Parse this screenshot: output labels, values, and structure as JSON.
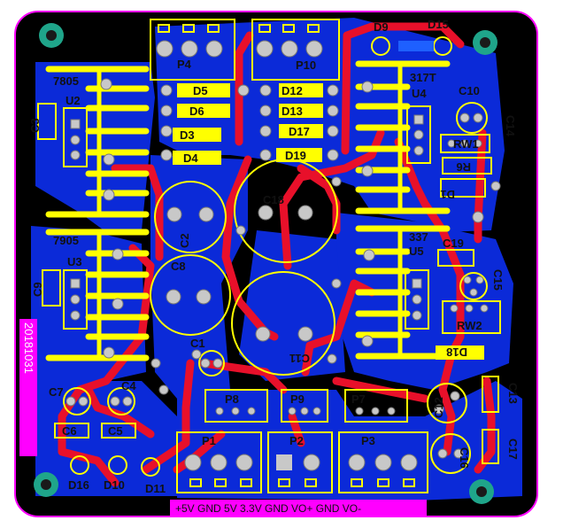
{
  "colors": {
    "background": "#ffffff",
    "outline": "#ff00ff",
    "board": "#000000",
    "copper_bottom": "#0b2ad8",
    "copper_top": "#e8102a",
    "silkscreen": "#ffff00",
    "pad": "#c8c8c8"
  },
  "regulators": {
    "u2_type": "7805",
    "u2": "U2",
    "u3_type": "7905",
    "u3": "U3",
    "u4_type": "317T",
    "u4": "U4",
    "u5_type": "337",
    "u5": "U5"
  },
  "connectors": {
    "p1": "P1",
    "p2": "P2",
    "p3": "P3",
    "p4": "P4",
    "p7": "P7",
    "p8": "P8",
    "p9": "P9",
    "p10": "P10"
  },
  "diodes": {
    "d1": "D1",
    "d3": "D3",
    "d4": "D4",
    "d5": "D5",
    "d6": "D6",
    "d9": "D9",
    "d10": "D10",
    "d11": "D11",
    "d12": "D12",
    "d13": "D13",
    "d15": "D15",
    "d16": "D16",
    "d17": "D17",
    "d18": "D18",
    "d19": "D19"
  },
  "capacitors": {
    "c1": "C1",
    "c2": "C2",
    "c3": "C3",
    "c4": "C4",
    "c5": "C5",
    "c6": "C6",
    "c7": "C7",
    "c8": "C8",
    "c9": "C9",
    "c10": "C10",
    "c11": "C11",
    "c12": "C12",
    "c13": "C13",
    "c14": "C14",
    "c15": "C15",
    "c16": "C16",
    "c17": "C17",
    "c18": "C18",
    "c19": "C19"
  },
  "resistors": {
    "r6": "R6",
    "rw1": "RW1",
    "rw2": "RW2",
    "r5": "R5"
  },
  "board_id": "20181031",
  "output_strip": "+5V GND  5V  3.3V GND VO+ GND VO-"
}
